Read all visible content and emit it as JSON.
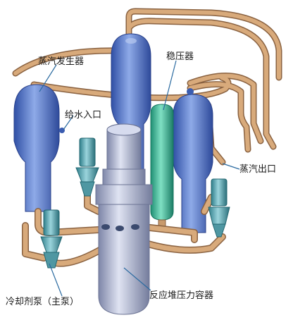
{
  "labels": {
    "steam_generator": "蒸汽发生器",
    "pressurizer": "稳压器",
    "feedwater_inlet": "给水入口",
    "steam_outlet": "蒸汽出口",
    "coolant_pump": "冷却剂泵（主泵）",
    "reactor_vessel": "反应堆压力容器"
  },
  "colors": {
    "sg_blue": "#4f77c9",
    "pressurizer_green": "#3fb99a",
    "pump_teal": "#57a9b4",
    "vessel_grey": "#aab2cf",
    "pipe_tan": "#c89a6d",
    "pipe_outline": "#8a6241"
  }
}
